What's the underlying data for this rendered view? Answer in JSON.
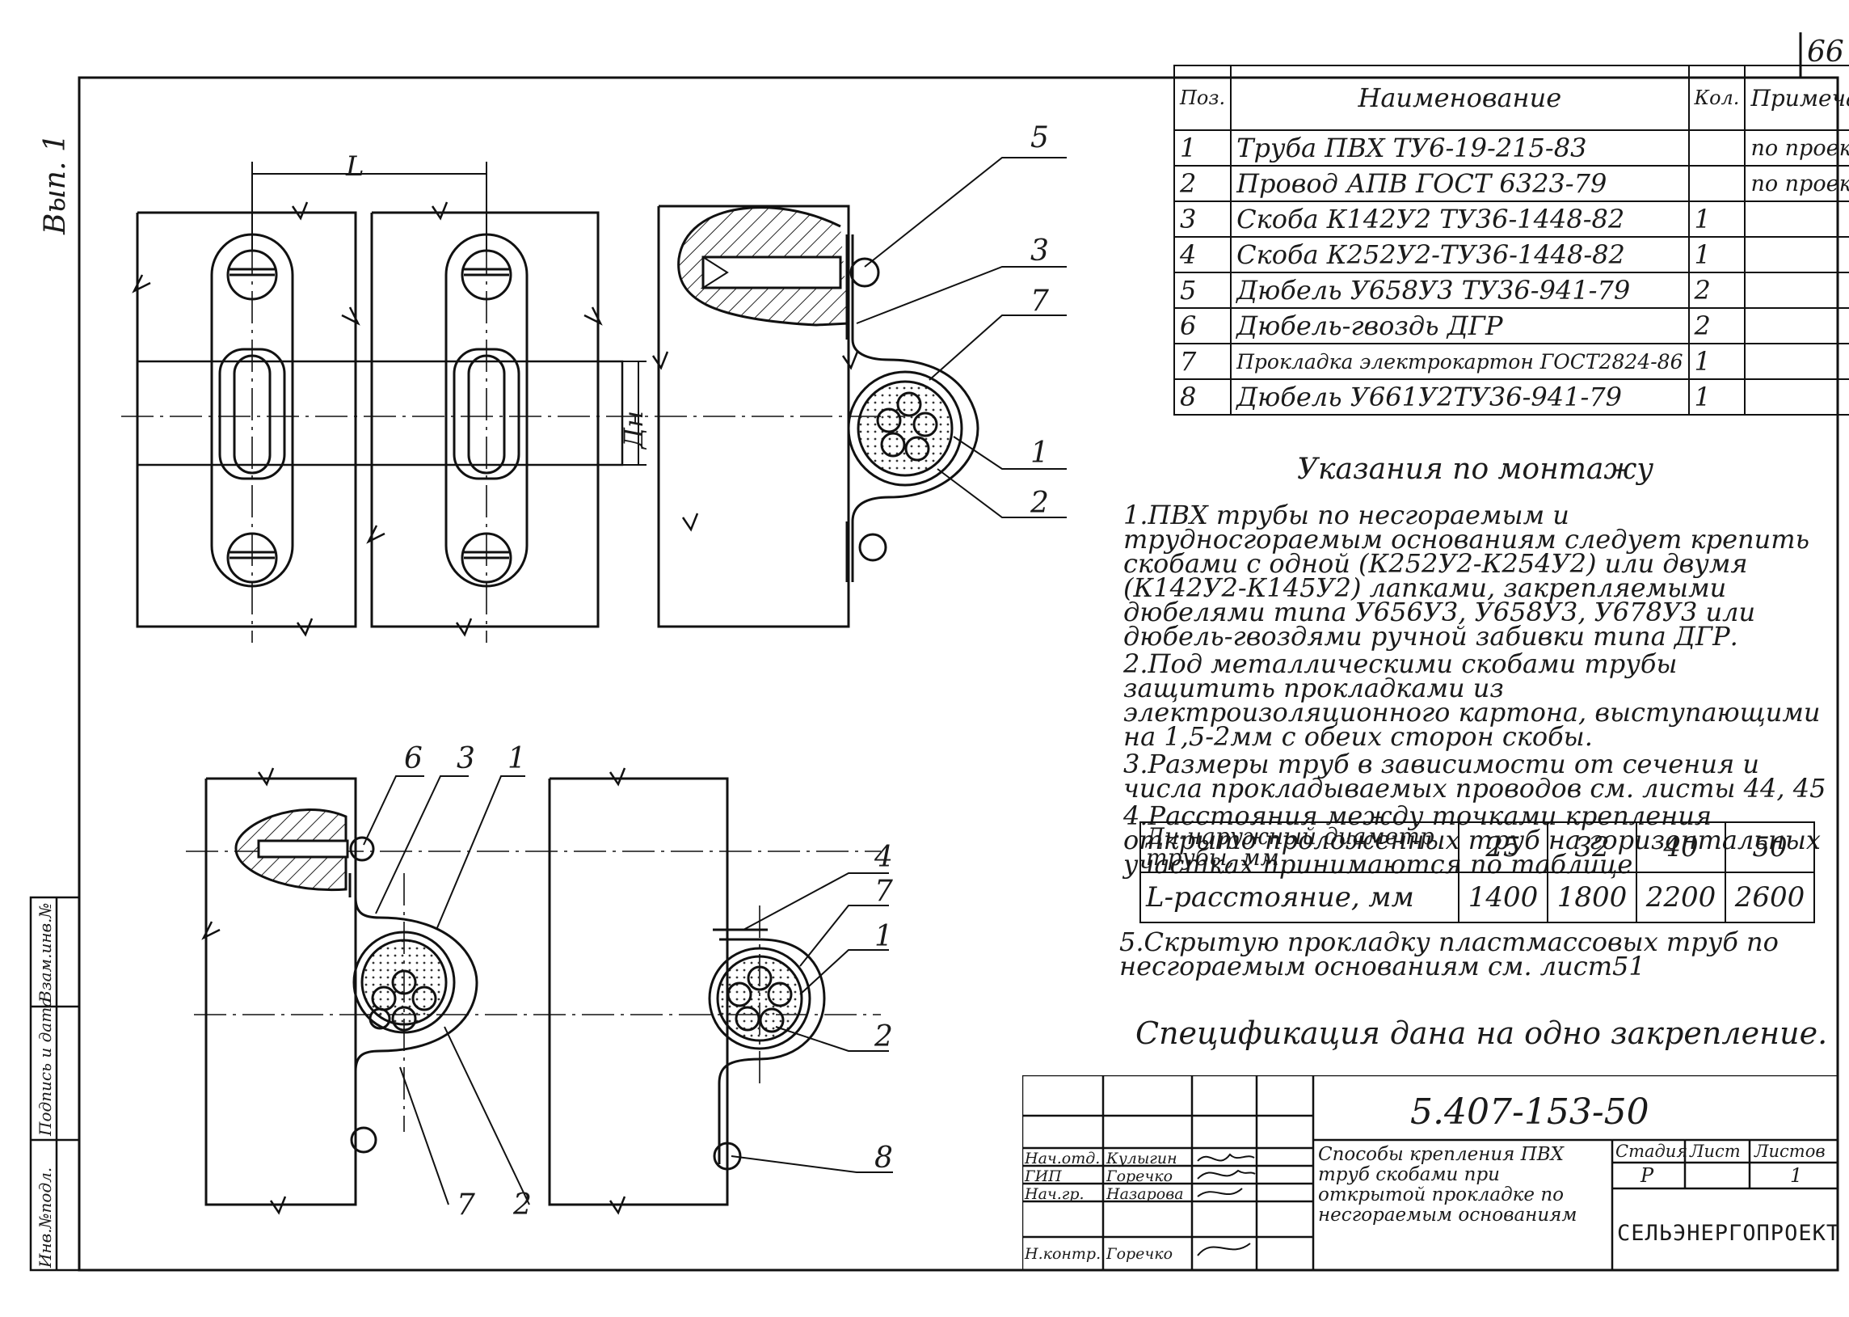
{
  "sheet": {
    "number": "66",
    "variant": "Вып. 1"
  },
  "spec_table": {
    "headers": [
      "Поз.",
      "Наименование",
      "Кол.",
      "Примечание"
    ],
    "rows": [
      {
        "pos": "1",
        "name": "Труба ПВХ ТУ6-19-215-83",
        "qty": "",
        "note": "по проекту"
      },
      {
        "pos": "2",
        "name": "Провод АПВ ГОСТ 6323-79",
        "qty": "",
        "note": "по проекту"
      },
      {
        "pos": "3",
        "name": "Скоба К142У2 ТУ36-1448-82",
        "qty": "1",
        "note": ""
      },
      {
        "pos": "4",
        "name": "Скоба К252У2-ТУ36-1448-82",
        "qty": "1",
        "note": ""
      },
      {
        "pos": "5",
        "name": "Дюбель У658У3 ТУ36-941-79",
        "qty": "2",
        "note": ""
      },
      {
        "pos": "6",
        "name": "Дюбель-гвоздь ДГР",
        "qty": "2",
        "note": ""
      },
      {
        "pos": "7",
        "name": "Прокладка электрокартон ГОСТ2824-86",
        "qty": "1",
        "note": ""
      },
      {
        "pos": "8",
        "name": "Дюбель У661У2ТУ36-941-79",
        "qty": "1",
        "note": ""
      }
    ]
  },
  "instructions": {
    "title": "Указания по монтажу",
    "items": [
      "1.ПВХ трубы по несгораемым и трудносгораемым основаниям следует крепить скобами с одной (К252У2-К254У2) или двумя (К142У2-К145У2) лапками, закрепляемыми дюбелями типа У656У3, У658У3, У678У3 или дюбель-гвоздями ручной забивки типа ДГР.",
      "2.Под металлическими скобами трубы защитить прокладками из электроизоляционного картона, выступающими на 1,5-2мм с обеих сторон скобы.",
      "3.Размеры труб в зависимости от сечения и числа прокладываемых проводов см. листы 44, 45",
      "4.Расстояния между точками крепления открыто проложенных труб на горизонтальных участках принимаются по таблице"
    ],
    "item5": "5.Скрытую прокладку пластмассовых труб по несгораемым основаниям см. лист51",
    "footnote": "Спецификация дана на одно закрепление."
  },
  "distance_table": {
    "row1_label": "Дн-наружный диаметр трубы, мм",
    "row2_label": "L-расстояние, мм",
    "diameters": [
      "25",
      "32",
      "40",
      "50"
    ],
    "distances": [
      "1400",
      "1800",
      "2200",
      "2600"
    ]
  },
  "drawing_labels": {
    "dim_L": "L",
    "dim_Dn": "Дн",
    "top_callouts": [
      "5",
      "3",
      "7",
      "1",
      "2"
    ],
    "bottom_left_callouts": [
      "6",
      "3",
      "1",
      "7",
      "2"
    ],
    "bottom_right_callouts": [
      "4",
      "7",
      "1",
      "2",
      "8"
    ]
  },
  "title_block": {
    "doc_code": "5.407-153-50",
    "title": "Способы крепления ПВХ труб скобами при открытой прокладке по несгораемым основаниям",
    "stage_label": "Стадия",
    "sheet_label": "Лист",
    "sheets_label": "Листов",
    "stage": "Р",
    "sheets": "1",
    "org": "СЕЛЬЭНЕРГОПРОЕКТ",
    "signers": [
      {
        "role": "Нач.отд.",
        "name": "Кулыгин"
      },
      {
        "role": "ГИП",
        "name": "Горечко"
      },
      {
        "role": "Нач.гр.",
        "name": "Назарова"
      },
      {
        "role": "Н.контр.",
        "name": "Горечко"
      }
    ]
  },
  "side_stamp": [
    "Инв.№подл.",
    "Подпись и дата",
    "Взам.инв.№"
  ]
}
